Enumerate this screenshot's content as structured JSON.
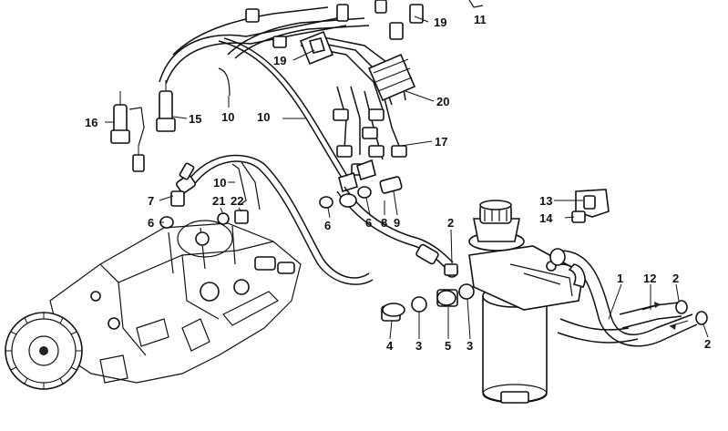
{
  "callouts": [
    {
      "id": "11",
      "text": "11"
    },
    {
      "id": "19a",
      "text": "19"
    },
    {
      "id": "19b",
      "text": "19"
    },
    {
      "id": "20",
      "text": "20"
    },
    {
      "id": "16",
      "text": "16"
    },
    {
      "id": "15",
      "text": "15"
    },
    {
      "id": "10a",
      "text": "10"
    },
    {
      "id": "10b",
      "text": "10"
    },
    {
      "id": "17",
      "text": "17"
    },
    {
      "id": "10c",
      "text": "10"
    },
    {
      "id": "7",
      "text": "7"
    },
    {
      "id": "21",
      "text": "21"
    },
    {
      "id": "22",
      "text": "22"
    },
    {
      "id": "6a",
      "text": "6"
    },
    {
      "id": "6b",
      "text": "6"
    },
    {
      "id": "6c",
      "text": "6"
    },
    {
      "id": "8",
      "text": "8"
    },
    {
      "id": "9",
      "text": "9"
    },
    {
      "id": "2a",
      "text": "2"
    },
    {
      "id": "13",
      "text": "13"
    },
    {
      "id": "14",
      "text": "14"
    },
    {
      "id": "1",
      "text": "1"
    },
    {
      "id": "12",
      "text": "12"
    },
    {
      "id": "2b",
      "text": "2"
    },
    {
      "id": "2c",
      "text": "2"
    },
    {
      "id": "4",
      "text": "4"
    },
    {
      "id": "3a",
      "text": "3"
    },
    {
      "id": "5",
      "text": "5"
    },
    {
      "id": "3b",
      "text": "3"
    }
  ],
  "colors": {
    "ink": "#111111",
    "background": "#ffffff"
  }
}
